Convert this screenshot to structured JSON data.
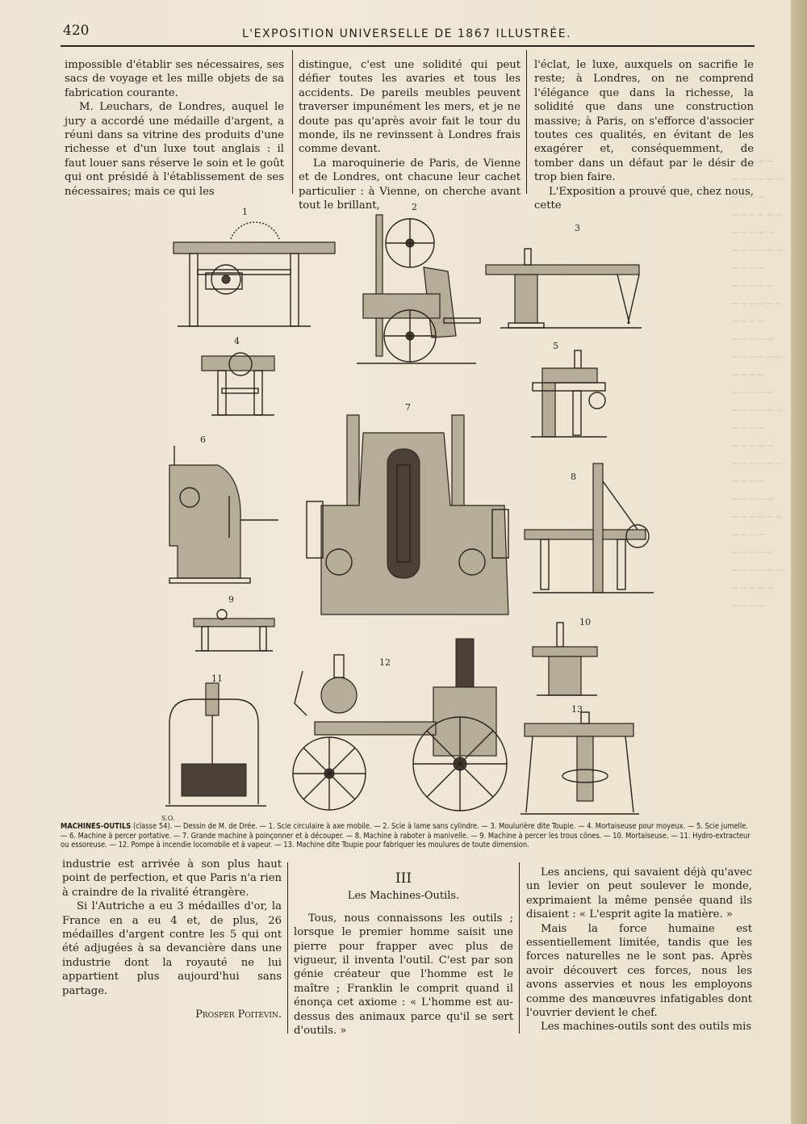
{
  "header": {
    "page_number": "420",
    "running_title": "L'EXPOSITION UNIVERSELLE DE 1867 ILLUSTRÉE."
  },
  "top_columns": {
    "col1": [
      "impossible d'établir ses nécessaires, ses sacs de voyage et les mille objets de sa fabrication courante.",
      "M. Leuchars, de Londres, auquel le jury a accordé une médaille d'argent, a réuni dans sa vitrine des produits d'une richesse et d'un luxe tout anglais : il faut louer sans réserve le soin et le goût qui ont présidé à l'établissement de ses nécessaires; mais ce qui les"
    ],
    "col2": [
      "distingue, c'est une solidité qui peut défier toutes les avaries et tous les accidents. De pareils meubles peuvent traverser impunément les mers, et je ne doute pas qu'après avoir fait le tour du monde, ils ne revinssent à Londres frais comme devant.",
      "La maroquinerie de Paris, de Vienne et de Londres, ont chacune leur cachet particulier : à Vienne, on cherche avant tout le brillant,"
    ],
    "col3": [
      "l'éclat, le luxe, auxquels on sacrifie le reste; à Londres, on ne comprend l'élégance que dans la richesse, la solidité que dans une construction massive; à Paris, on s'efforce d'associer toutes ces qualités, en évitant de les exagérer et, conséquemment, de tomber dans un défaut par le désir de trop bien faire.",
      "L'Exposition a prouvé que, chez nous, cette"
    ]
  },
  "figure": {
    "labels": [
      "1",
      "2",
      "3",
      "4",
      "5",
      "6",
      "7",
      "8",
      "9",
      "10",
      "11",
      "12",
      "13"
    ],
    "artist_mark": "S.O."
  },
  "caption": {
    "head": "MACHINES-OUTILS",
    "text": "(classe 54). — Dessin de M. de Drée. — 1. Scie circulaire à axe mobile. — 2. Scie à lame sans cylindre. — 3. Moulurière dite Toupie. — 4. Mortaiseuse pour moyeux. — 5. Scie jumelle. — 6. Machine à percer portative. — 7. Grande machine à poinçonner et à découper. — 8. Machine à raboter à manivelle. — 9. Machine à percer les trous cônes. — 10. Mortaiseuse. — 11. Hydro-extracteur ou essoreuse. — 12. Pompe à incendie locomobile et à vapeur. — 13. Machine dite Toupie pour fabriquer les moulures de toute dimension."
  },
  "bottom_columns": {
    "col1": [
      "industrie est arrivée à son plus haut point de perfection, et que Paris n'a rien à craindre de la rivalité étrangère.",
      "Si l'Autriche a eu 3 médailles d'or, la France en a eu 4 et, de plus, 26 médailles d'argent contre les 5 qui ont été adjugées à sa devancière dans une industrie dont la royauté ne lui appartient plus aujourd'hui sans partage."
    ],
    "signature": "Prosper Poitevin.",
    "col2": {
      "section_number": "III",
      "section_title": "Les Machines-Outils.",
      "paragraphs": [
        "Tous, nous connaissons les outils ; lorsque le premier homme saisit une pierre pour frapper avec plus de vigueur, il inventa l'outil. C'est par son génie créateur que l'homme est le maître ; Franklin le comprit quand il énonça cet axiome : « L'homme est au-dessus des animaux parce qu'il se sert d'outils. »"
      ]
    },
    "col3": [
      "Les anciens, qui savaient déjà qu'avec un levier on peut soulever le monde, exprimaient la même pensée quand ils disaient : « L'esprit agite la matière. »",
      "Mais la force humaine est essentiellement limitée, tandis que les forces naturelles ne le sont pas. Après avoir découvert ces forces, nous les avons asservies et nous les employons comme des manœuvres infatigables dont l'ouvrier devient le chef.",
      "Les machines-outils sont des outils mis"
    ]
  }
}
